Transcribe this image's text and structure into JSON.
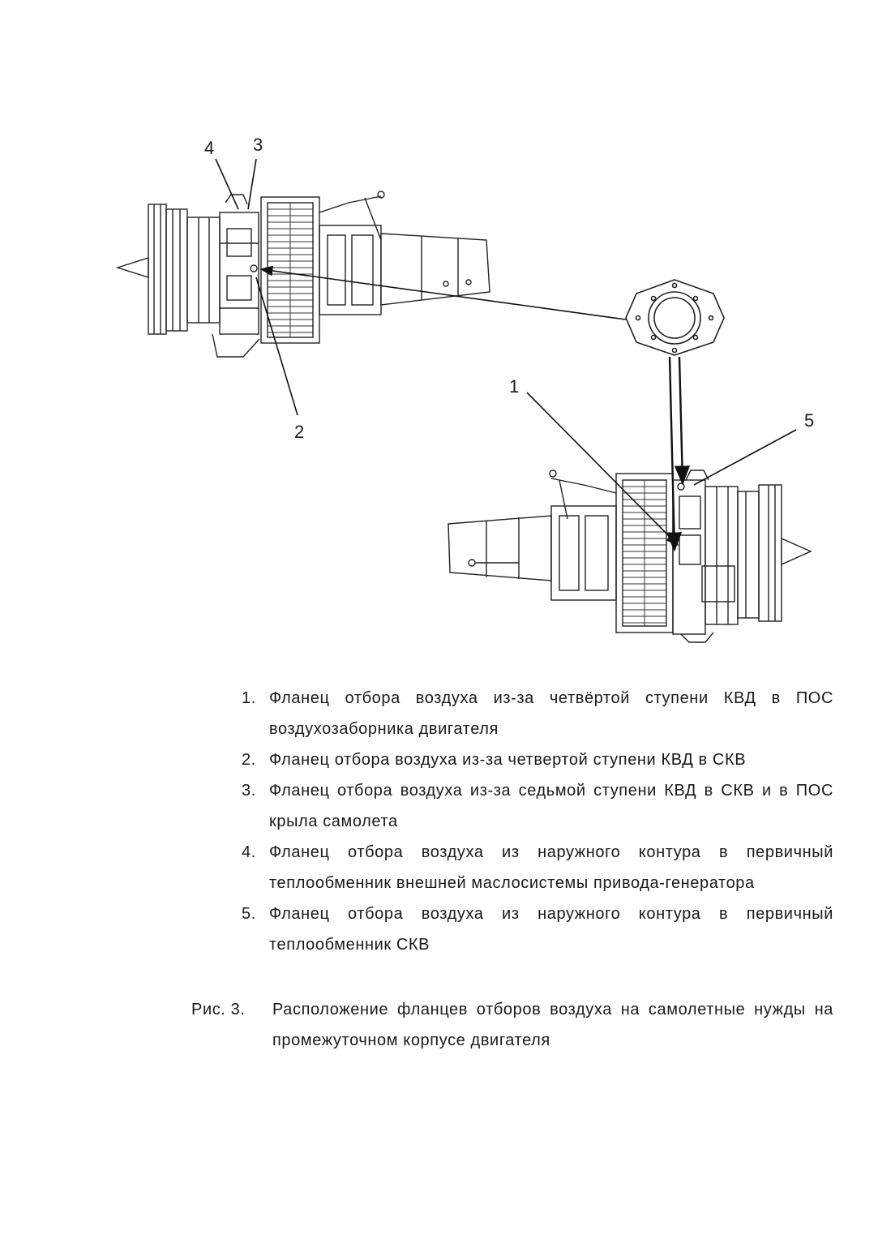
{
  "figure": {
    "callouts": [
      {
        "id": "4",
        "label": "4"
      },
      {
        "id": "3",
        "label": "3"
      },
      {
        "id": "2",
        "label": "2"
      },
      {
        "id": "1",
        "label": "1"
      },
      {
        "id": "5",
        "label": "5"
      }
    ]
  },
  "legend": [
    {
      "num": "1.",
      "text": "Фланец отбора воздуха из-за четвёртой ступени КВД в ПОС воздухозаборника двигателя"
    },
    {
      "num": "2.",
      "text": "Фланец отбора воздуха из-за четвертой ступени КВД в СКВ"
    },
    {
      "num": "3.",
      "text": "Фланец отбора воздуха из-за седьмой ступени КВД в СКВ и в ПОС крыла самолета"
    },
    {
      "num": "4.",
      "text": "Фланец отбора воздуха из наружного контура в первичный теплообменник внешней маслосистемы привода-генератора"
    },
    {
      "num": "5.",
      "text": "Фланец отбора воздуха из наружного контура в первичный теплообменник СКВ"
    }
  ],
  "caption": {
    "prefix": "Рис. 3.",
    "text": "Расположение фланцев отборов воздуха на самолетные нужды на промежуточном корпусе двигателя"
  }
}
